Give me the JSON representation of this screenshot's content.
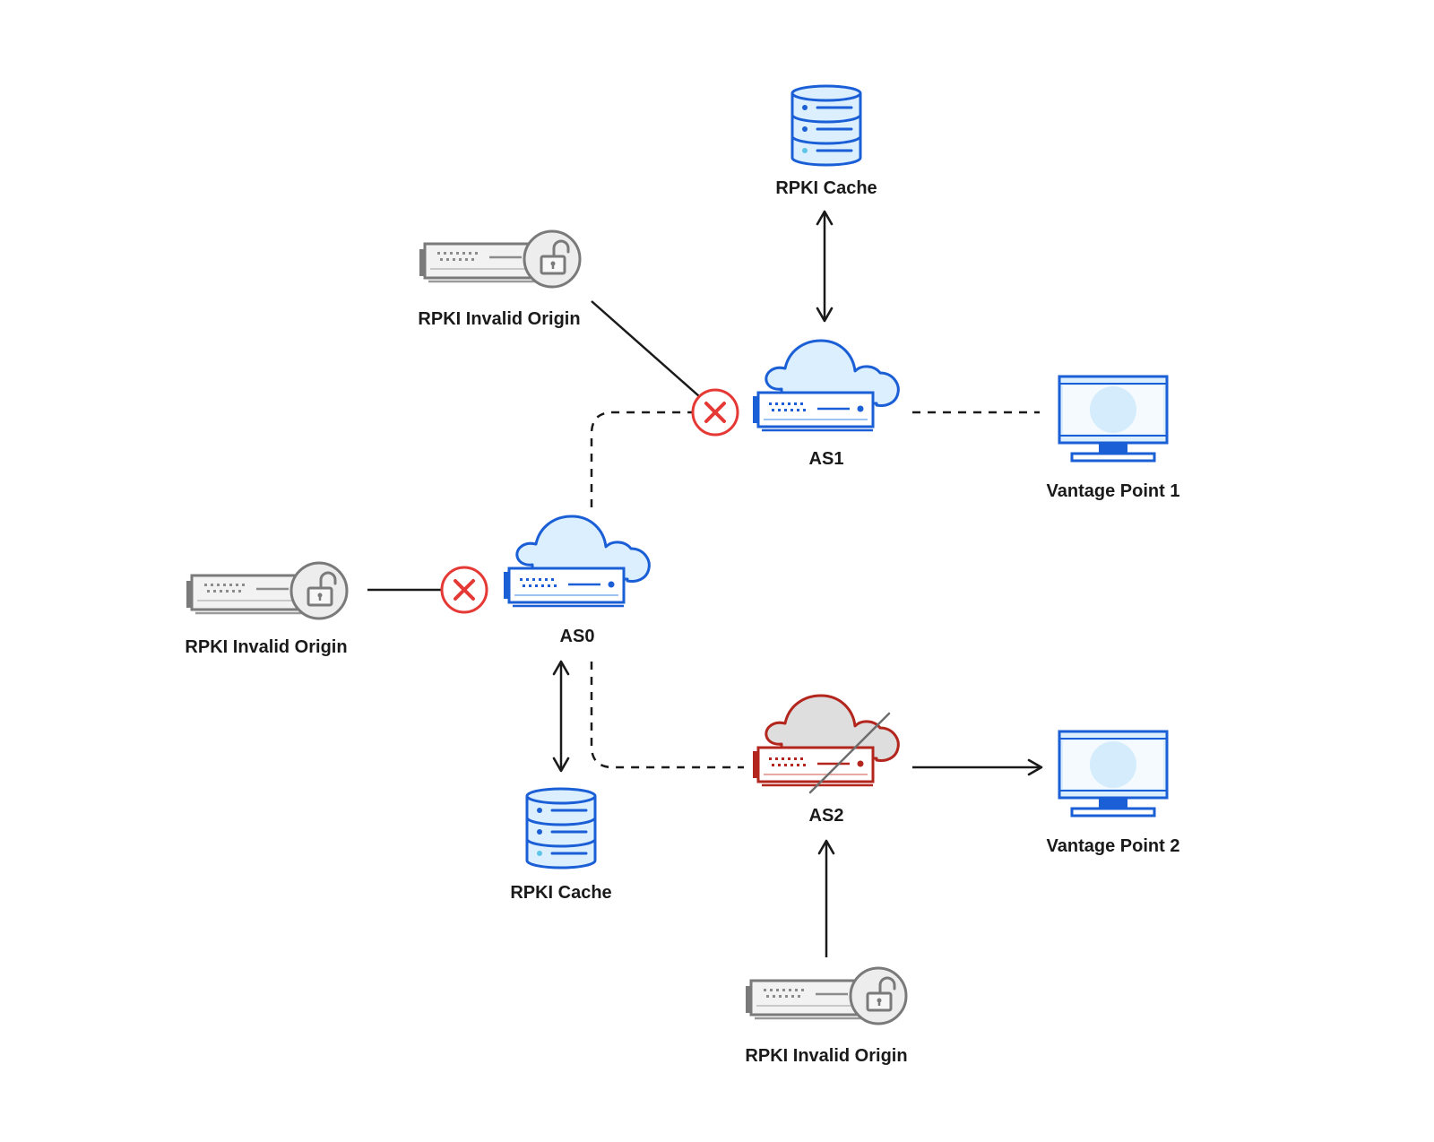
{
  "colors": {
    "accent": "#1a5fd6",
    "accent_fill": "#dcefff",
    "invalid": "#b3261e",
    "block": "#e53935",
    "origin_gray": "#8c8c8c",
    "line": "#1a1a1a"
  },
  "nodes": {
    "rpki_cache_top": {
      "label": "RPKI Cache",
      "icon": "database-icon"
    },
    "rpki_cache_bottom": {
      "label": "RPKI Cache",
      "icon": "database-icon"
    },
    "invalid_origin_top": {
      "label": "RPKI Invalid Origin",
      "icon": "router-unlocked-icon"
    },
    "invalid_origin_left": {
      "label": "RPKI Invalid Origin",
      "icon": "router-unlocked-icon"
    },
    "invalid_origin_bottom": {
      "label": "RPKI Invalid Origin",
      "icon": "router-unlocked-icon"
    },
    "as1": {
      "label": "AS1",
      "icon": "cloud-router-icon"
    },
    "as0": {
      "label": "AS0",
      "icon": "cloud-router-icon"
    },
    "as2": {
      "label": "AS2",
      "icon": "cloud-router-crossed-icon"
    },
    "vantage_point_1": {
      "label": "Vantage Point 1",
      "icon": "monitor-icon"
    },
    "vantage_point_2": {
      "label": "Vantage Point 2",
      "icon": "monitor-icon"
    }
  },
  "blocks": [
    {
      "icon": "x-circle-icon",
      "between": [
        "invalid_origin_top",
        "as1"
      ]
    },
    {
      "icon": "x-circle-icon",
      "between": [
        "invalid_origin_left",
        "as0"
      ]
    }
  ],
  "edges": [
    {
      "from": "rpki_cache_top",
      "to": "as1",
      "style": "solid",
      "arrows": "both"
    },
    {
      "from": "invalid_origin_top",
      "to": "as1",
      "style": "solid",
      "arrows": "none",
      "blocked": true
    },
    {
      "from": "as0",
      "to": "as1",
      "style": "dashed",
      "arrows": "none"
    },
    {
      "from": "as1",
      "to": "vantage_point_1",
      "style": "dashed",
      "arrows": "none"
    },
    {
      "from": "invalid_origin_left",
      "to": "as0",
      "style": "solid",
      "arrows": "none",
      "blocked": true
    },
    {
      "from": "as0",
      "to": "rpki_cache_bottom",
      "style": "solid",
      "arrows": "both"
    },
    {
      "from": "as0",
      "to": "as2",
      "style": "dashed",
      "arrows": "none"
    },
    {
      "from": "as2",
      "to": "vantage_point_2",
      "style": "solid",
      "arrows": "end"
    },
    {
      "from": "invalid_origin_bottom",
      "to": "as2",
      "style": "solid",
      "arrows": "end"
    }
  ]
}
